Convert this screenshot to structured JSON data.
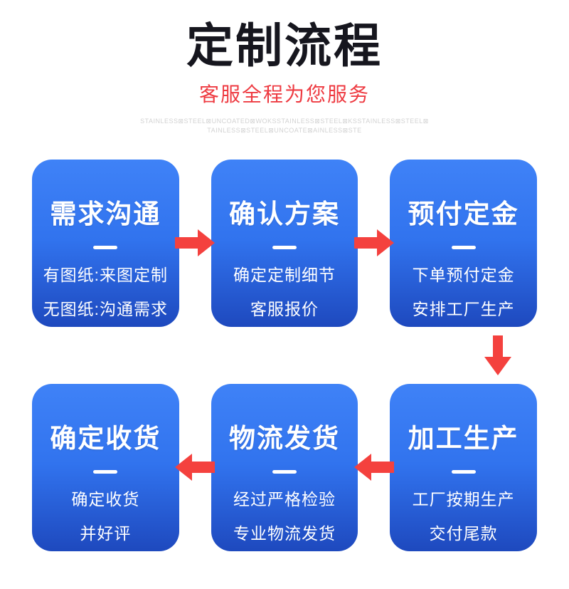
{
  "header": {
    "title": "定制流程",
    "subtitle": "客服全程为您服务",
    "watermark_line1": "STAINLESS⊠STEEL⊠UNCOATED⊠WOKSSTAINLESS⊠STEEL⊠KSSTAINLESS⊠STEEL⊠",
    "watermark_line2": "TAINLESS⊠STEEL⊠UNCOATE⊠AINLESS⊠STE"
  },
  "flow": {
    "steps": [
      {
        "title": "需求沟通",
        "lines": [
          "有图纸:来图定制",
          "无图纸:沟通需求"
        ]
      },
      {
        "title": "确认方案",
        "lines": [
          "确定定制细节",
          "客服报价"
        ]
      },
      {
        "title": "预付定金",
        "lines": [
          "下单预付定金",
          "安排工厂生产"
        ]
      },
      {
        "title": "加工生产",
        "lines": [
          "工厂按期生产",
          "交付尾款"
        ]
      },
      {
        "title": "物流发货",
        "lines": [
          "经过严格检验",
          "专业物流发货"
        ]
      },
      {
        "title": "确定收货",
        "lines": [
          "确定收货",
          "并好评"
        ]
      }
    ]
  },
  "colors": {
    "title_black": "#16161E",
    "subtitle_red": "#EE3A41",
    "arrow_red": "#F4413E",
    "box_gradient_top": "#3F82F7",
    "box_gradient_mid": "#3173EE",
    "box_gradient_bottom": "#1E49BE",
    "divider_white": "#FFFFFF",
    "watermark_gray": "#D2D2D2"
  }
}
